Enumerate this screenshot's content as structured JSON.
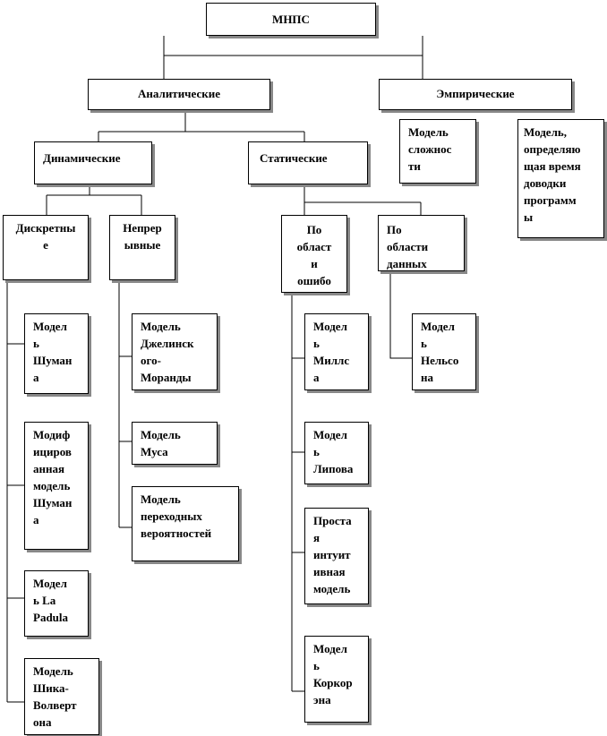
{
  "nodes": {
    "root": "МНПС",
    "analytical": "Аналитические",
    "empirical": "Эмпирические",
    "model_complexity": "Модель\nсложнос\nти",
    "model_completion": "Модель,\nопределяю\nщая время\nдоводки\nпрограмм\nы",
    "dynamic": "Динамические",
    "static": "Статические",
    "discrete": "Дискретны\nе",
    "continuous": "Непрер\nывные",
    "by_error_area": "По\nобласт\nи\nошибо",
    "by_data_area": "По\nобласти\nданных",
    "shuman": "Модел\nь\nШуман\nа",
    "modified_shuman": "Модиф\nициров\nанная\nмодель\nШуман\nа",
    "la_padula": "Модел\nь La\nPadula",
    "shik_wolvert": "Модель\nШика-\nВолверт\nона",
    "jelinski_moranda": "Модель\nДжелинск\nого-\nМоранды",
    "musa": "Модель\nМуса",
    "transition_prob": "Модель\nпереходных\nвероятностей",
    "mills": "Модел\nь\nМиллс\nа",
    "lipov": "Модел\nь\nЛипова",
    "simple_intuitive": "Проста\nя\nинтуит\nивная\nмодель",
    "corcoran": "Модел\nь\nКоркор\nэна",
    "nelson": "Модел\nь\nНельсо\nна"
  }
}
